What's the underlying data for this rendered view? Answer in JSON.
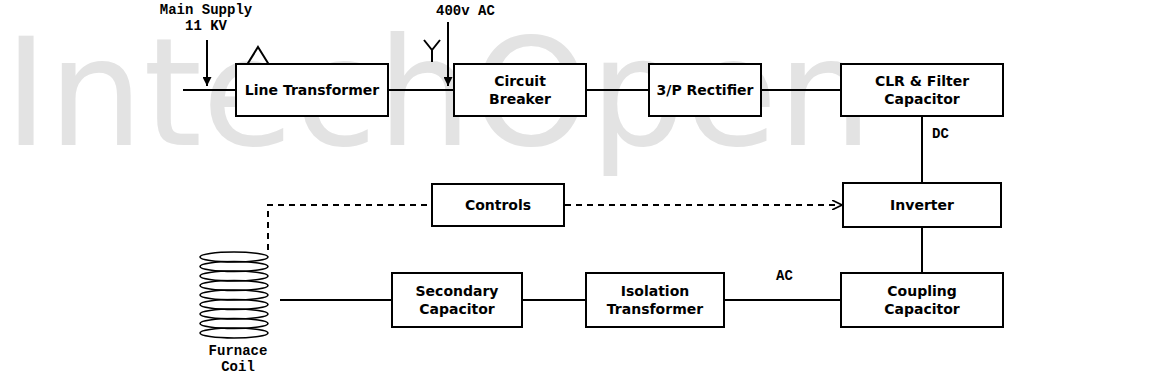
{
  "diagram": {
    "nodes": [
      {
        "text": [
          "Line Transformer"
        ]
      },
      {
        "text": [
          "Circuit Breaker"
        ]
      },
      {
        "text": [
          "3/P Rectifier"
        ]
      },
      {
        "text": [
          "CLR & Filter Capacitor"
        ]
      },
      {
        "text": [
          "Controls"
        ]
      },
      {
        "text": [
          "Inverter"
        ]
      },
      {
        "text": [
          "Furnace Coil"
        ]
      },
      {
        "text": [
          "Secondary Capacitor"
        ]
      },
      {
        "text": [
          "Isolation Transformer"
        ]
      },
      {
        "text": [
          "Coupling Capacitor"
        ]
      }
    ],
    "edges": [
      {
        "from": 0,
        "to": 1,
        "arrow": "none"
      },
      {
        "from": 1,
        "to": 2,
        "arrow": "none"
      },
      {
        "from": 2,
        "to": 3,
        "arrow": "none"
      },
      {
        "from": 3,
        "to": 5,
        "arrow": "none"
      },
      {
        "from": 4,
        "to": 5,
        "arrow": "to"
      },
      {
        "from": 6,
        "to": 4,
        "arrow": "none"
      },
      {
        "from": 5,
        "to": 9,
        "arrow": "none"
      },
      {
        "from": 9,
        "to": 8,
        "arrow": "none"
      },
      {
        "from": 8,
        "to": 7,
        "arrow": "none"
      },
      {
        "from": 7,
        "to": 6,
        "arrow": "none"
      }
    ],
    "labels": [
      "Main Supply 11 KV",
      "400v AC",
      "DC",
      "AC",
      "IntechOpen"
    ]
  }
}
